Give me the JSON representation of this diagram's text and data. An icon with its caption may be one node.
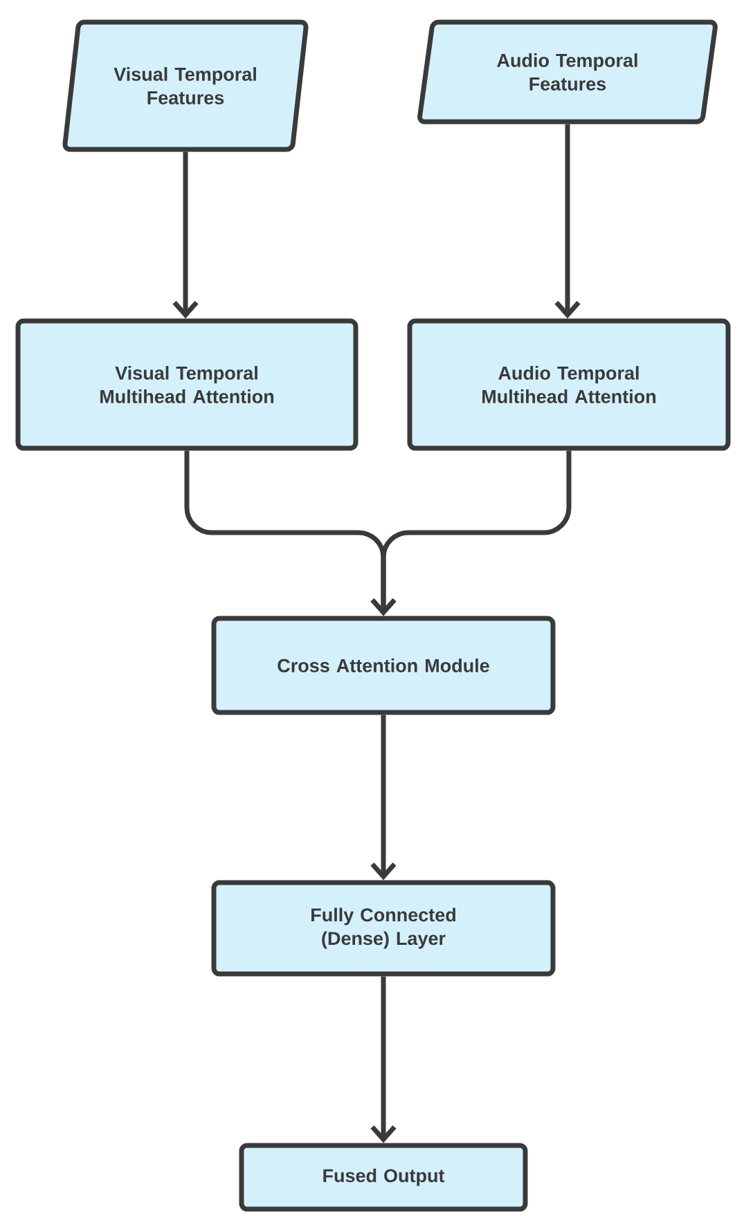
{
  "diagram": {
    "nodes": [
      {
        "text": [
          "Visual Temporal Features"
        ]
      },
      {
        "text": [
          "Audio Temporal Features"
        ]
      },
      {
        "text": [
          "Visual Temporal Multihead Attention"
        ]
      },
      {
        "text": [
          "Audio Temporal Multihead Attention"
        ]
      },
      {
        "text": [
          "Cross Attention Module"
        ]
      },
      {
        "text": [
          "Fully Connected (Dense) Layer"
        ]
      },
      {
        "text": [
          "Fused Output"
        ]
      }
    ],
    "edges": [
      {
        "from": 0,
        "to": 2,
        "arrow": "to"
      },
      {
        "from": 1,
        "to": 3,
        "arrow": "to"
      },
      {
        "from": 2,
        "to": 4,
        "arrow": "to"
      },
      {
        "from": 3,
        "to": 4,
        "arrow": "to"
      },
      {
        "from": 4,
        "to": 5,
        "arrow": "to"
      },
      {
        "from": 5,
        "to": 6,
        "arrow": "to"
      }
    ]
  }
}
